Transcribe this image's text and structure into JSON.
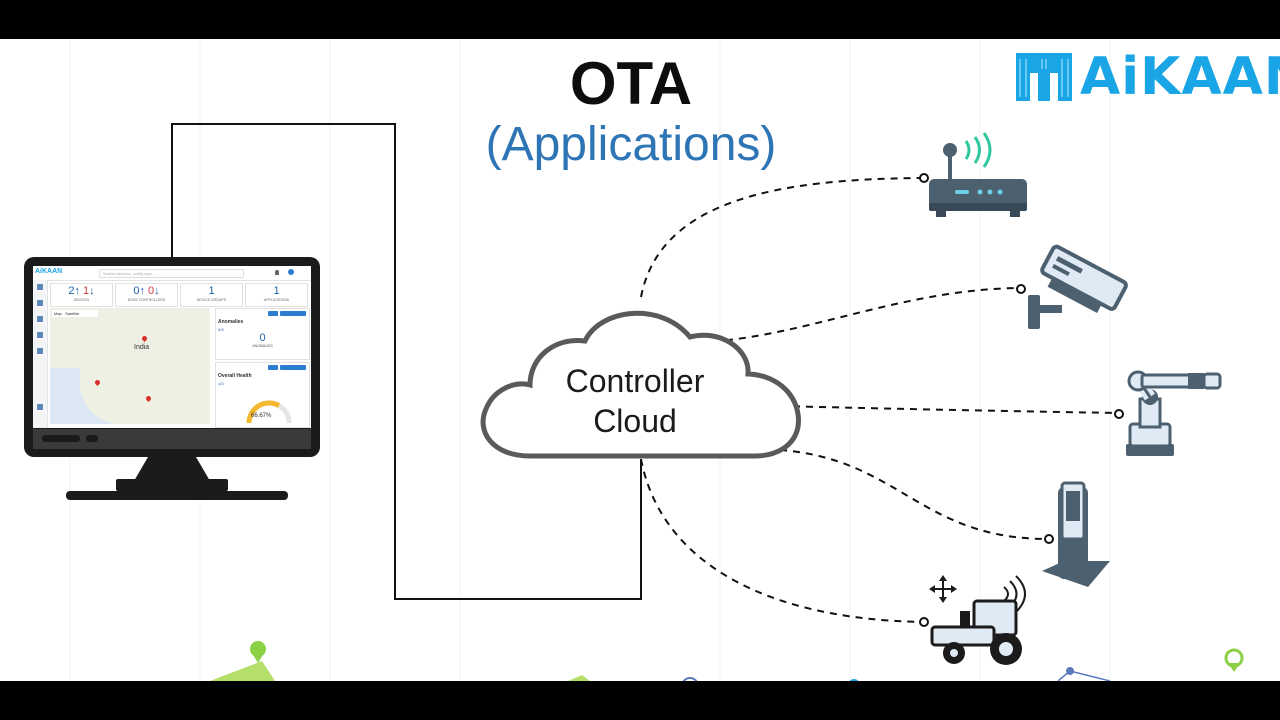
{
  "header": {
    "title": "OTA",
    "subtitle": "(Applications)"
  },
  "logo": {
    "text": "AiKAAN"
  },
  "cloud": {
    "line1": "Controller",
    "line2": "Cloud"
  },
  "dashboard": {
    "logo_text": "AiKAAN",
    "search_placeholder": "Search devices, config type...",
    "stats": [
      {
        "ok": "2",
        "bad": "1",
        "label": "Devices"
      },
      {
        "ok": "0",
        "bad": "0",
        "label": "Edge Controllers"
      },
      {
        "ok": "1",
        "bad": "",
        "label": "Device Groups"
      },
      {
        "ok": "1",
        "bad": "",
        "label": "Applications"
      }
    ],
    "map": {
      "tab_map": "Map",
      "tab_satellite": "Satellite",
      "country_label": "India"
    },
    "anomalies": {
      "title": "Anomalies",
      "count": "0/3",
      "big_value": "0",
      "sub_label": "ANOMALIES"
    },
    "overall_health": {
      "title": "Overall Health",
      "count": "1/3",
      "percent": "66.67%",
      "percent_value": 66.67
    }
  },
  "colors": {
    "title": "#0d0d0d",
    "subtitle": "#2e75b6",
    "logo": "#1aa5e6",
    "device_fill": "#4d6070",
    "device_accent": "#6fcfe8",
    "gauge": "#f5b82e"
  },
  "icons": [
    "router-icon",
    "cctv-camera-icon",
    "robotic-arm-icon",
    "kiosk-icon",
    "smart-tractor-icon",
    "monitor-icon",
    "cloud-icon"
  ]
}
